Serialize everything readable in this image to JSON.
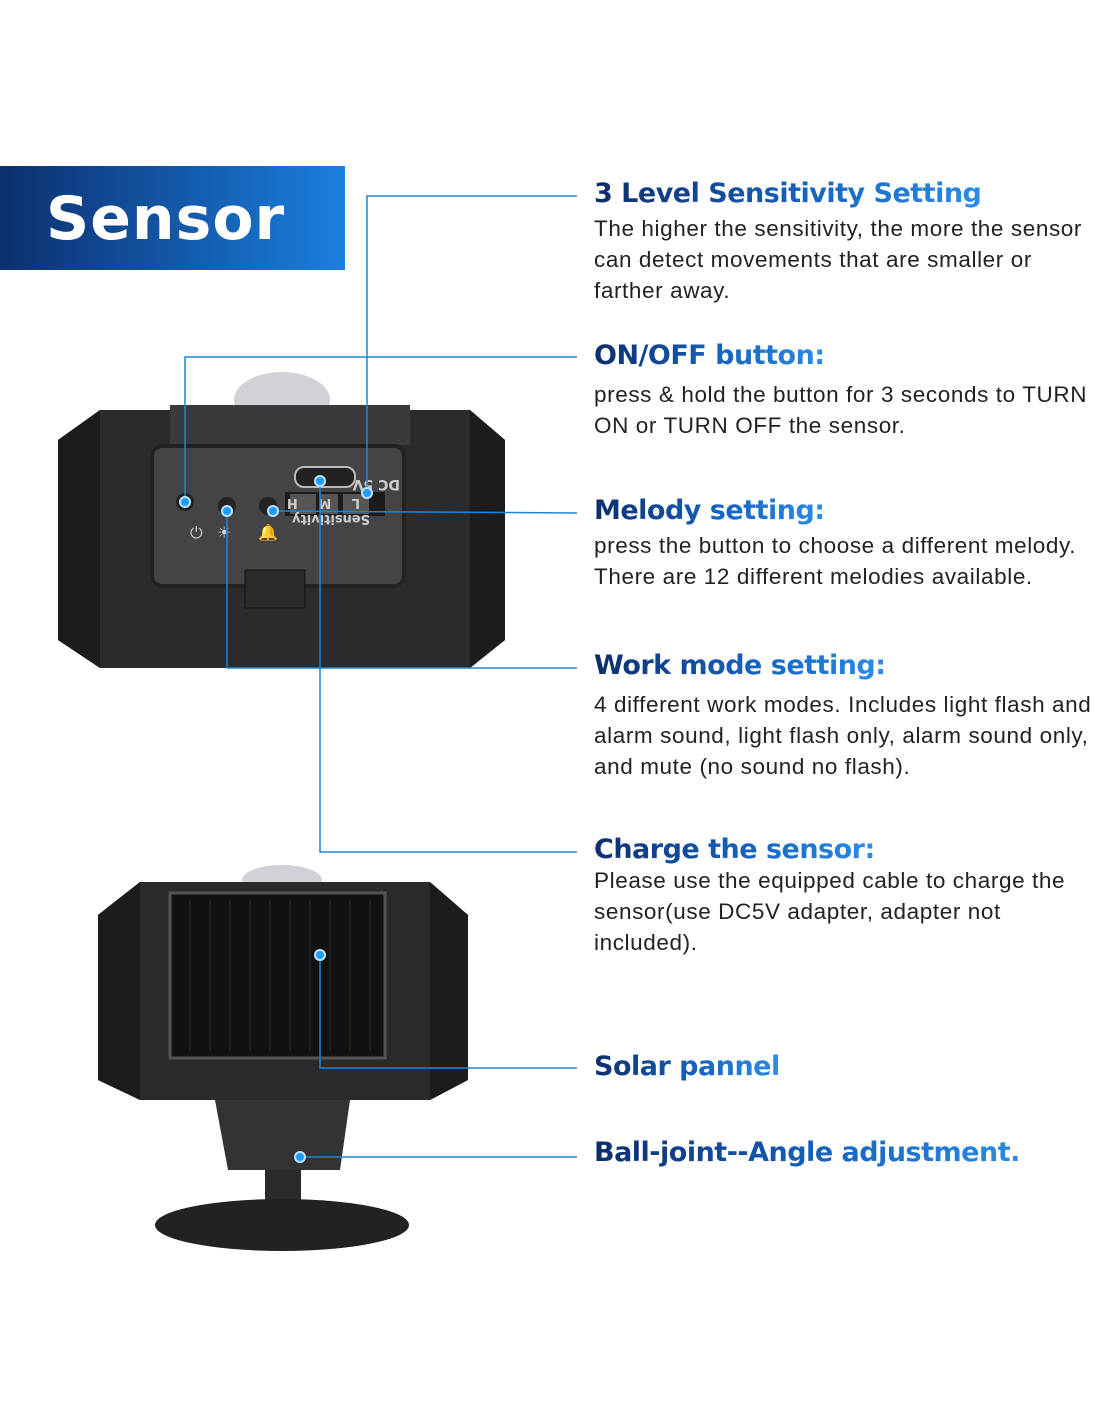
{
  "banner": {
    "title": "Sensor"
  },
  "device_labels": {
    "dc": "DC 5V",
    "levels": "L M H",
    "sensitivity": "Sensitivity"
  },
  "sections": [
    {
      "title": "3 Level Sensitivity Setting",
      "body": "The higher the sensitivity, the more the sensor can detect movements that are smaller or farther away."
    },
    {
      "title": "ON/OFF button:",
      "body": "press & hold the button for 3 seconds to TURN ON or TURN OFF the sensor."
    },
    {
      "title": "Melody setting:",
      "body": "press the button to choose a different melody. There are 12 different melodies available."
    },
    {
      "title": "Work mode setting:",
      "body": "4 different work modes. Includes light flash and alarm sound, light flash only, alarm sound only, and mute (no sound no flash)."
    },
    {
      "title": "Charge the sensor:",
      "body": "Please use the equipped cable to charge the sensor(use DC5V adapter, adapter not included)."
    },
    {
      "title": "Solar pannel"
    },
    {
      "title": "Ball-joint--Angle adjustment."
    }
  ],
  "colors": {
    "accent": "#1a7fe0",
    "navy": "#0c2f6e",
    "line": "#1b86d8"
  }
}
